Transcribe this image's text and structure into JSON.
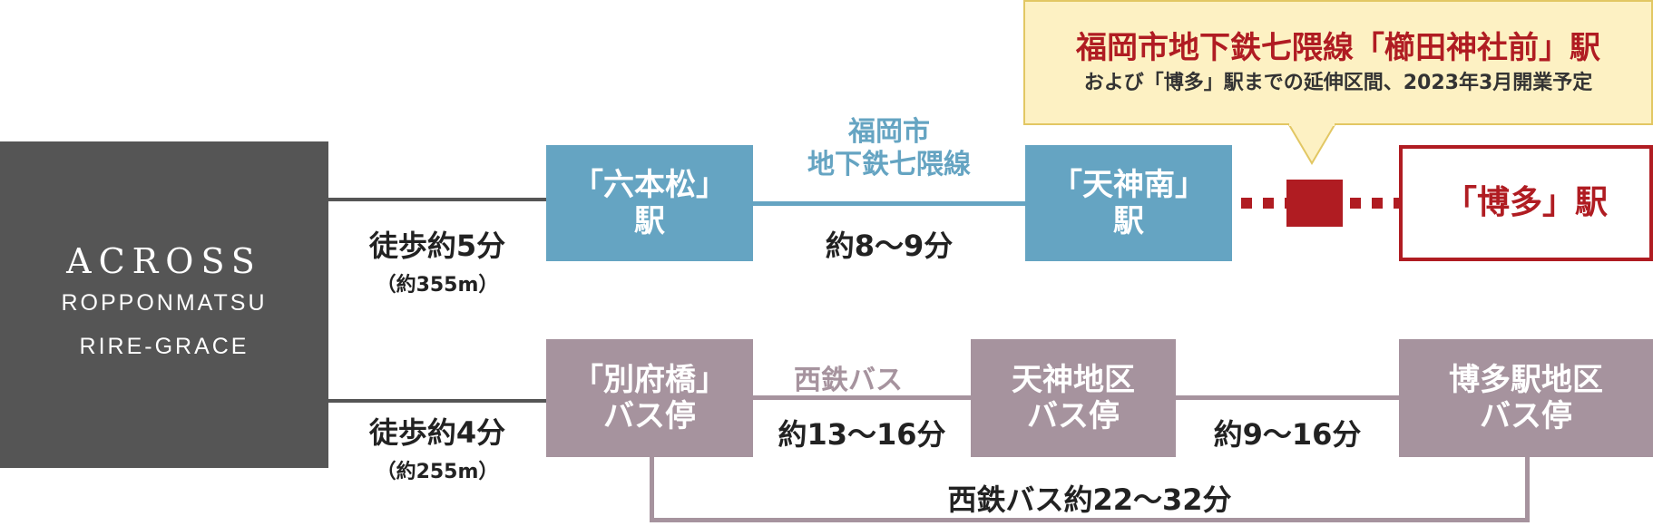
{
  "origin": {
    "brand": "ACROSS",
    "line2": "ROPPONMATSU",
    "line3": "RIRE-GRACE"
  },
  "subway": {
    "walk_time": "徒歩約5分",
    "walk_distance": "（約355m）",
    "station_a_line1": "「六本松」",
    "station_a_line2": "駅",
    "line_name_1": "福岡市",
    "line_name_2": "地下鉄七隈線",
    "ride_time": "約8〜9分",
    "station_b_line1": "「天神南」",
    "station_b_line2": "駅",
    "destination": "「博多」駅"
  },
  "callout": {
    "title": "福岡市地下鉄七隈線「櫛田神社前」駅",
    "subtitle": "および「博多」駅までの延伸区間、2023年3月開業予定"
  },
  "bus": {
    "walk_time": "徒歩約4分",
    "walk_distance": "（約255m）",
    "stop_a_line1": "「別府橋」",
    "stop_a_line2": "バス停",
    "operator": "西鉄バス",
    "ride_time_1": "約13〜16分",
    "stop_b_line1": "天神地区",
    "stop_b_line2": "バス停",
    "ride_time_2": "約9〜16分",
    "stop_c_line1": "博多駅地区",
    "stop_c_line2": "バス停",
    "direct_time": "西鉄バス約22〜32分"
  },
  "colors": {
    "origin": "#555555",
    "subway": "#65a4c2",
    "bus": "#a6939e",
    "extension": "#b01c22",
    "callout_bg": "#fdf1c3",
    "connector": "#555555"
  }
}
